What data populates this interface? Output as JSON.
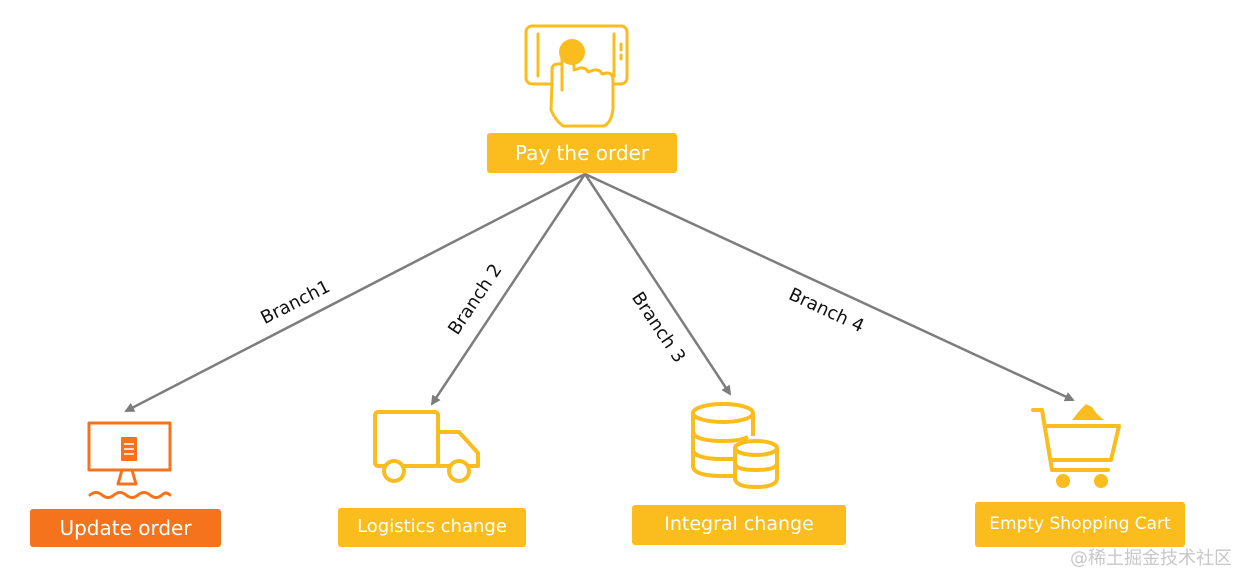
{
  "diagram": {
    "root": {
      "label": "Pay the order",
      "icon": "smartphone-tap-icon"
    },
    "branches": [
      {
        "branch_label": "Branch1",
        "target_label": "Update order",
        "target_icon": "monitor-document-icon"
      },
      {
        "branch_label": "Branch 2",
        "target_label": "Logistics change",
        "target_icon": "delivery-truck-icon"
      },
      {
        "branch_label": "Branch 3",
        "target_label": "Integral change",
        "target_icon": "coin-stack-icon"
      },
      {
        "branch_label": "Branch 4",
        "target_label": "Empty Shopping Cart",
        "target_icon": "shopping-cart-icon"
      }
    ]
  },
  "watermark": "@稀土掘金技术社区",
  "colors": {
    "primary": "#fbbd1d",
    "accent": "#f4731c",
    "arrow": "#7d7d7d"
  }
}
